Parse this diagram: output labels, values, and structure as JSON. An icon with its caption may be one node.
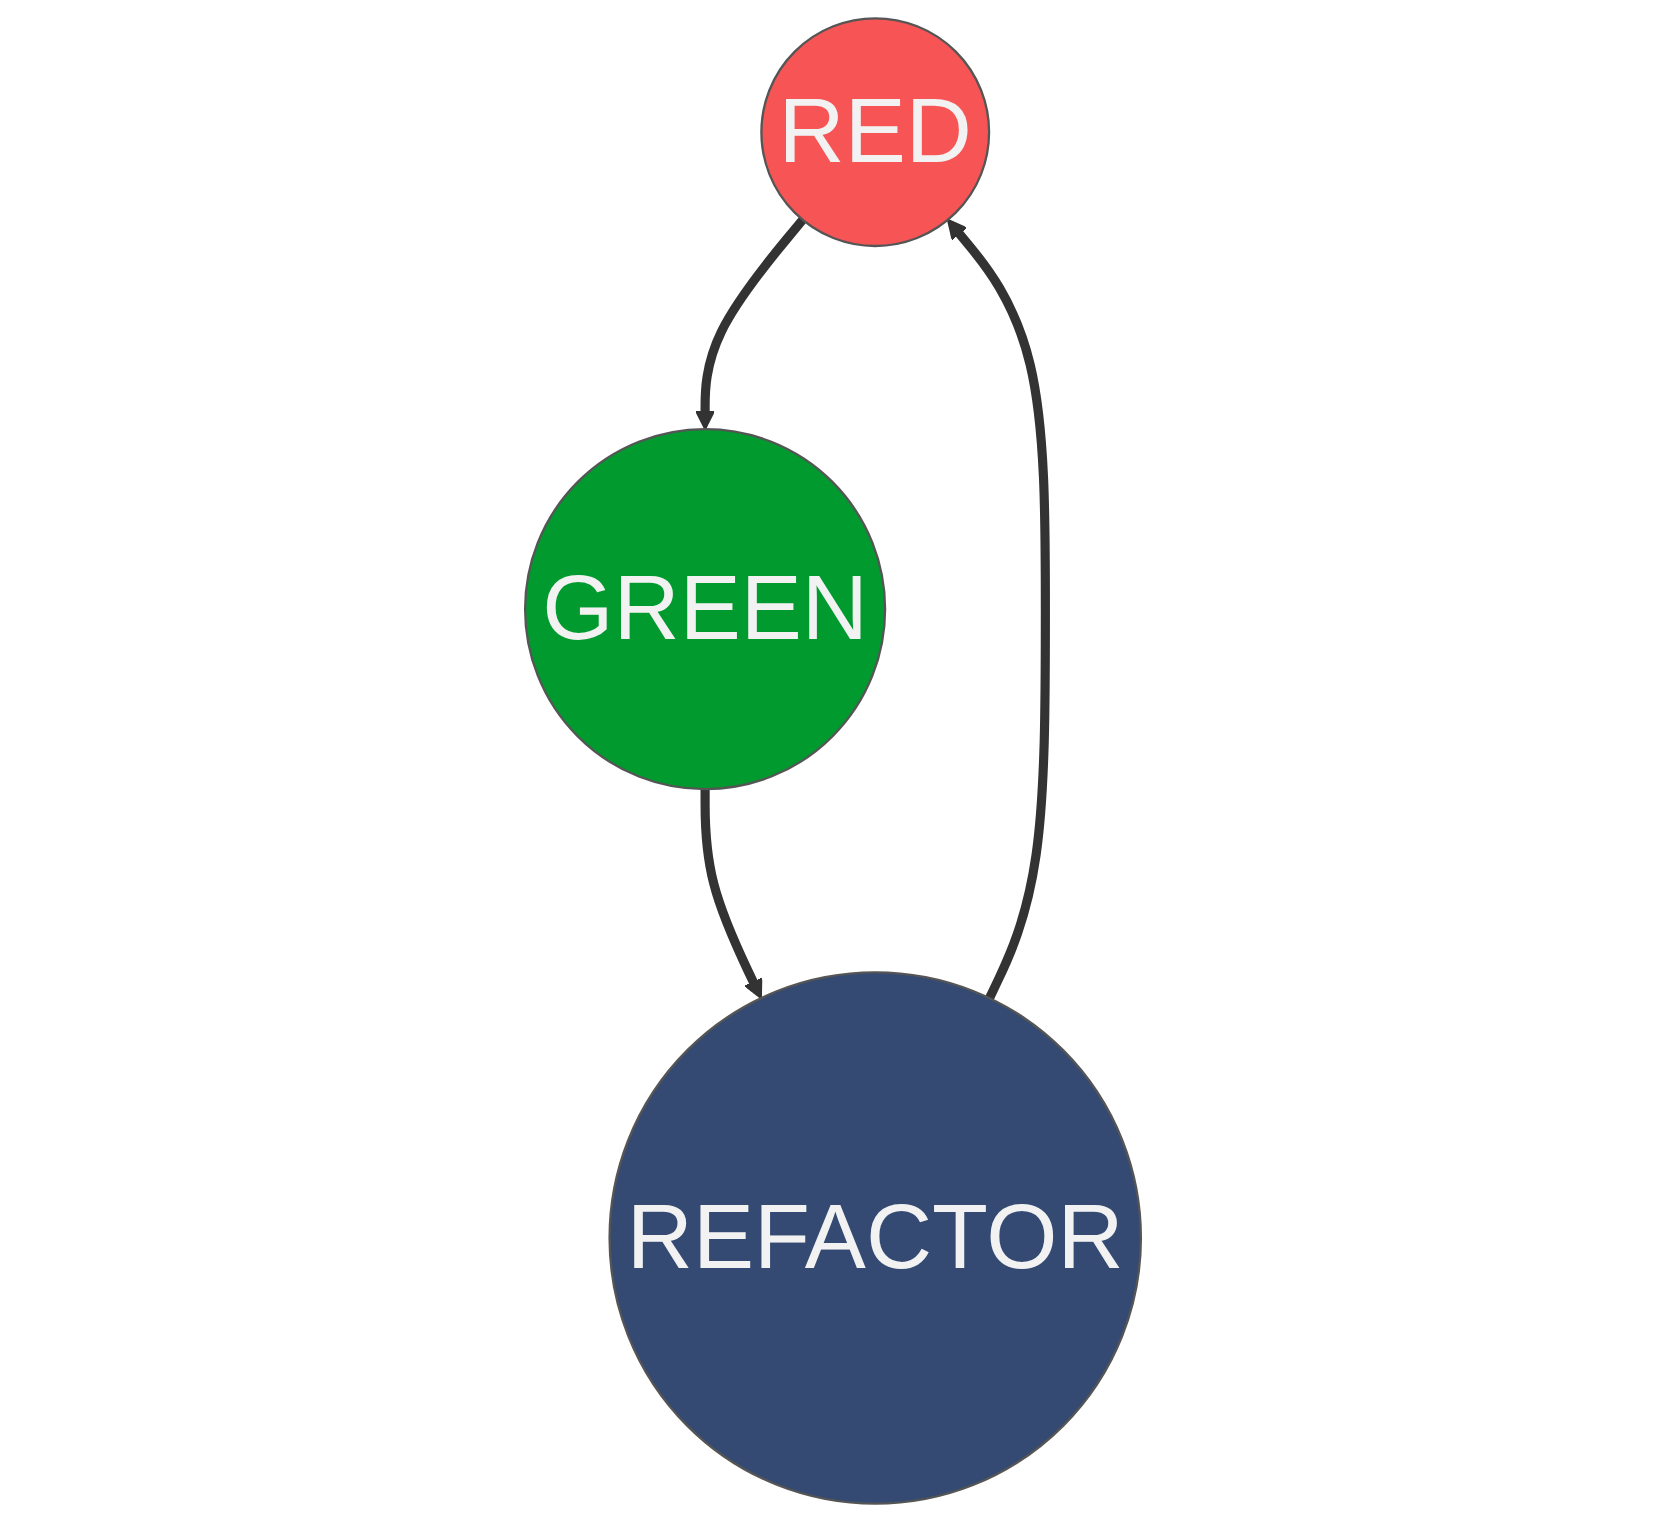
{
  "diagram": {
    "nodes": [
      {
        "text": [
          "RED"
        ]
      },
      {
        "text": [
          "GREEN"
        ]
      },
      {
        "text": [
          "REFACTOR"
        ]
      }
    ],
    "edges": [
      {
        "from": 0,
        "to": 1,
        "arrow": "to"
      },
      {
        "from": 1,
        "to": 2,
        "arrow": "to"
      },
      {
        "from": 2,
        "to": 0,
        "arrow": "to"
      }
    ]
  }
}
